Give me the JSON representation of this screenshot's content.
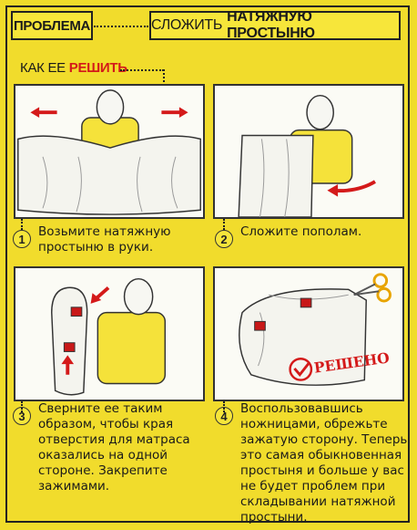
{
  "header": {
    "problem_label": "ПРОБЛЕМА",
    "title_normal": "СЛОЖИТЬ",
    "title_bold": "НАТЯЖНУЮ ПРОСТЫНЮ"
  },
  "howto": {
    "prefix": "КАК ЕЕ",
    "highlight": "РЕШИТЬ"
  },
  "stamp": "РЕШЕНО",
  "steps": [
    {
      "number": "1",
      "text": "Возьмите натяжную простыню в руки."
    },
    {
      "number": "2",
      "text": "Сложите пополам."
    },
    {
      "number": "3",
      "text": "Сверните ее таким образом, чтобы края отверстия для матраса оказались на одной стороне. Закрепите зажимами."
    },
    {
      "number": "4",
      "text": "Воспользовавшись ножницами, обрежьте зажатую сторону. Теперь это самая обыкновенная простыня и больше у вас не будет проблем при складывании натяжной простыни."
    }
  ],
  "colors": {
    "background": "#f1dc2c",
    "accent_red": "#d41a1a",
    "shirt_yellow": "#f5e23a"
  }
}
